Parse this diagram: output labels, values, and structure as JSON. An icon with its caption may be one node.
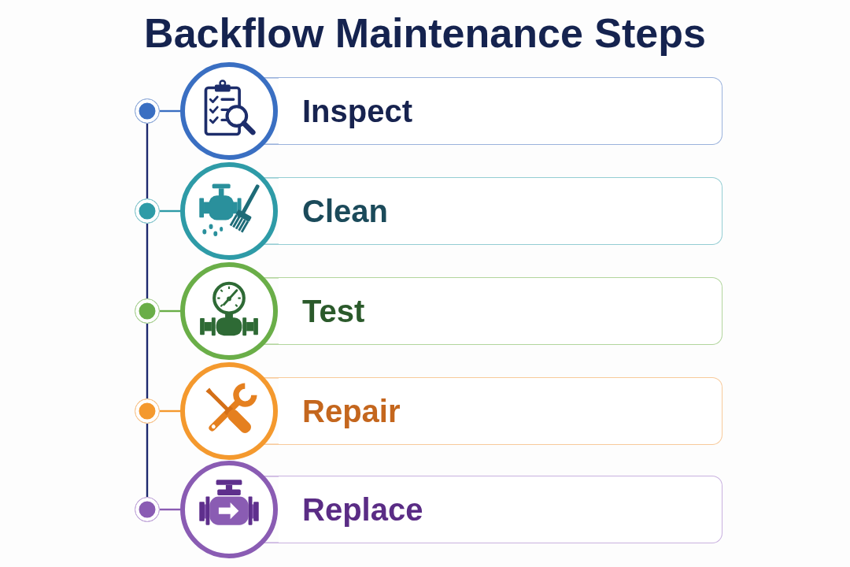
{
  "diagram": {
    "title": "Backflow Maintenance Steps",
    "nodes": [
      {
        "text": [],
        "shape": "circle"
      },
      {
        "text": [],
        "shape": "circle"
      },
      {
        "text": [
          "Inspect"
        ]
      },
      {
        "text": [],
        "shape": "circle"
      },
      {
        "text": [],
        "shape": "circle"
      },
      {
        "text": [
          "Clean"
        ]
      },
      {
        "text": [],
        "shape": "circle"
      },
      {
        "text": [],
        "shape": "circle"
      },
      {
        "text": [
          "Test"
        ]
      },
      {
        "text": [],
        "shape": "circle"
      },
      {
        "text": [],
        "shape": "circle"
      },
      {
        "text": [
          "Repair"
        ]
      },
      {
        "text": [],
        "shape": "circle"
      },
      {
        "text": [],
        "shape": "circle"
      },
      {
        "text": [
          "Replace"
        ]
      }
    ],
    "edges": [
      {
        "from": 0,
        "to": 1,
        "arrow": "none",
        "color": "#3a6fc2"
      },
      {
        "from": 0,
        "to": 3,
        "arrow": "none"
      },
      {
        "from": 3,
        "to": 4,
        "arrow": "none",
        "color": "#2e9ba7"
      },
      {
        "from": 3,
        "to": 6,
        "arrow": "none"
      },
      {
        "from": 6,
        "to": 7,
        "arrow": "none",
        "color": "#6aae48"
      },
      {
        "from": 6,
        "to": 9,
        "arrow": "none"
      },
      {
        "from": 9,
        "to": 10,
        "arrow": "none",
        "color": "#f4992e"
      },
      {
        "from": 9,
        "to": 12,
        "arrow": "none"
      },
      {
        "from": 12,
        "to": 13,
        "arrow": "none",
        "color": "#8a5cb3"
      }
    ]
  }
}
